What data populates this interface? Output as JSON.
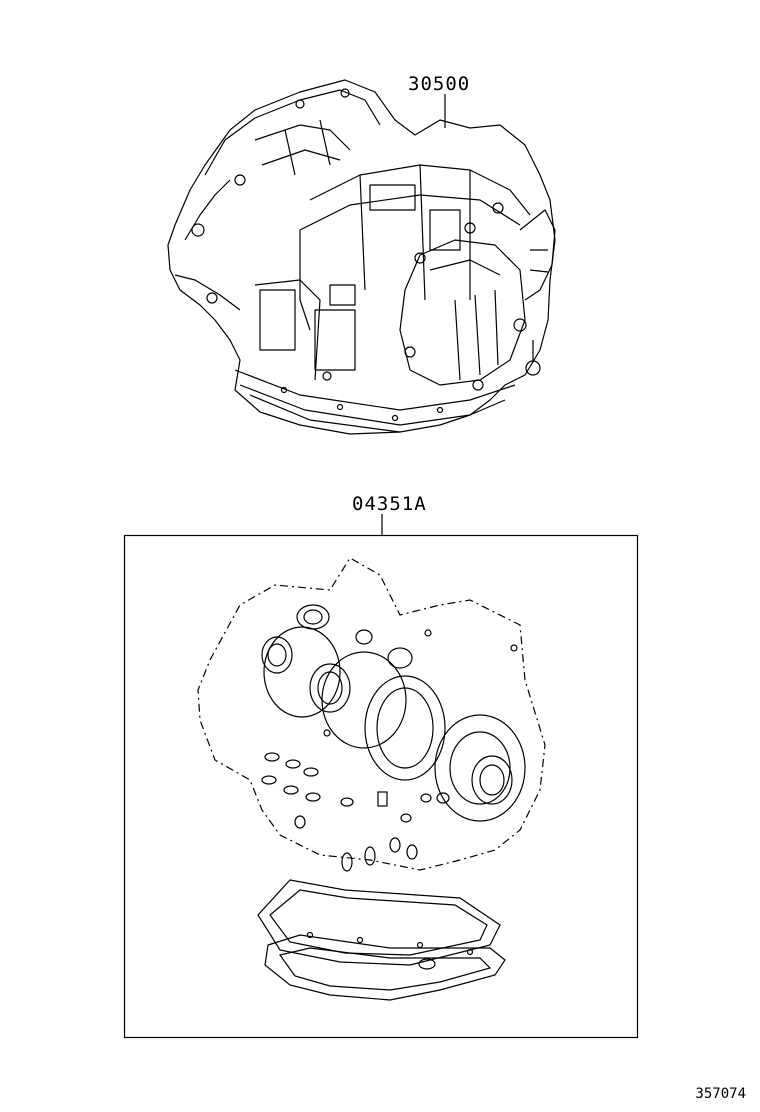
{
  "parts": {
    "transaxle_label": "30500",
    "overhaul_kit_label": "04351A"
  },
  "diagram_id": "357074"
}
